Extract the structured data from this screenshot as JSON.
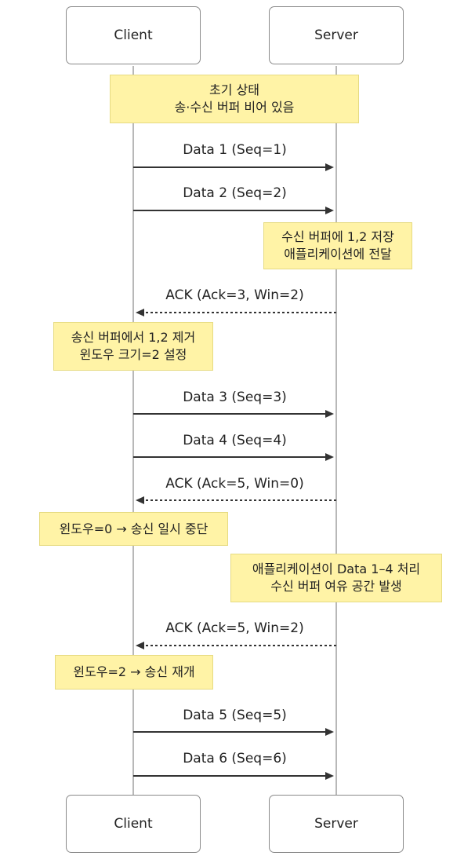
{
  "participants": {
    "client": "Client",
    "server": "Server"
  },
  "notes": [
    {
      "lines": [
        "초기 상태",
        "송·수신 버퍼 비어 있음"
      ]
    },
    {
      "lines": [
        "수신 버퍼에 1,2 저장",
        "애플리케이션에 전달"
      ]
    },
    {
      "lines": [
        "송신 버퍼에서 1,2 제거",
        "윈도우 크기=2 설정"
      ]
    },
    {
      "lines": [
        "윈도우=0 → 송신 일시 중단"
      ]
    },
    {
      "lines": [
        "애플리케이션이 Data 1–4 처리",
        "수신 버퍼 여유 공간 발생"
      ]
    },
    {
      "lines": [
        "윈도우=2 → 송신 재개"
      ]
    }
  ],
  "messages": [
    {
      "label": "Data 1 (Seq=1)",
      "from": "client",
      "to": "server",
      "style": "solid"
    },
    {
      "label": "Data 2 (Seq=2)",
      "from": "client",
      "to": "server",
      "style": "solid"
    },
    {
      "label": "ACK (Ack=3, Win=2)",
      "from": "server",
      "to": "client",
      "style": "dashed"
    },
    {
      "label": "Data 3 (Seq=3)",
      "from": "client",
      "to": "server",
      "style": "solid"
    },
    {
      "label": "Data 4 (Seq=4)",
      "from": "client",
      "to": "server",
      "style": "solid"
    },
    {
      "label": "ACK (Ack=5, Win=0)",
      "from": "server",
      "to": "client",
      "style": "dashed"
    },
    {
      "label": "ACK (Ack=5, Win=2)",
      "from": "server",
      "to": "client",
      "style": "dashed"
    },
    {
      "label": "Data 5 (Seq=5)",
      "from": "client",
      "to": "server",
      "style": "solid"
    },
    {
      "label": "Data 6 (Seq=6)",
      "from": "client",
      "to": "server",
      "style": "solid"
    }
  ],
  "colors": {
    "note_fill": "#fff3a6",
    "note_border": "#e6db82",
    "line": "#333333",
    "lifeline": "#b8b8b8"
  }
}
